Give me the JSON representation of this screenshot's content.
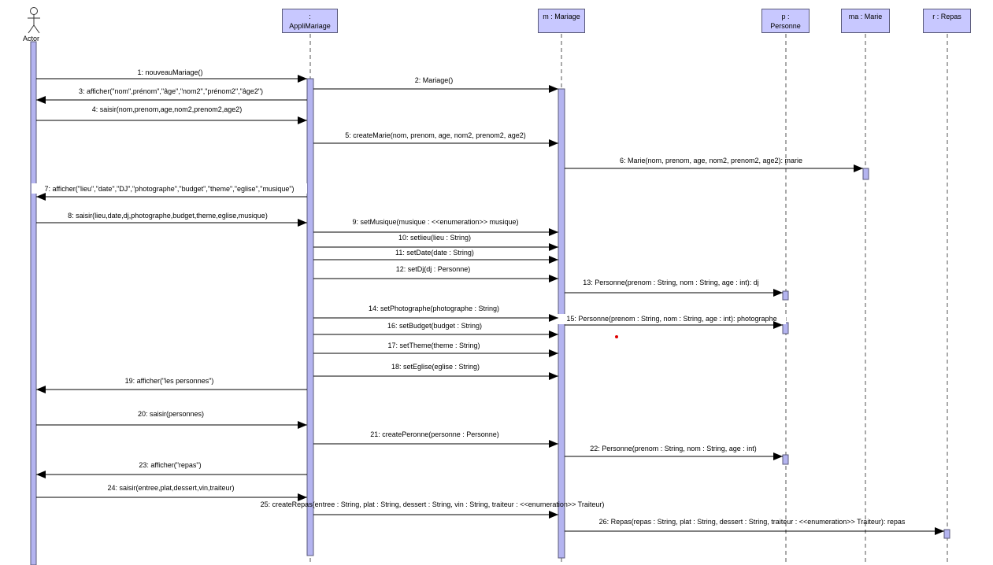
{
  "actor": {
    "name": "Actor"
  },
  "lifelines": {
    "appli": {
      "line1": ":",
      "line2": "AppliMariage"
    },
    "mariage": {
      "line1": "m : Mariage",
      "line2": ""
    },
    "personne": {
      "line1": "p :",
      "line2": "Personne"
    },
    "marie": {
      "line1": "ma : Marie",
      "line2": ""
    },
    "repas": {
      "line1": "r : Repas",
      "line2": ""
    }
  },
  "messages": [
    {
      "id": 1,
      "text": "1: nouveauMariage()",
      "kind": "call"
    },
    {
      "id": 2,
      "text": "2: Mariage()",
      "kind": "call"
    },
    {
      "id": 3,
      "text": "3: afficher(\"nom\",prénom\",\"âge\",\"nom2\",\"prénom2\",\"âge2\")",
      "kind": "call"
    },
    {
      "id": 4,
      "text": "4: saisir(nom,prenom,age,nom2,prenom2,age2)",
      "kind": "call"
    },
    {
      "id": 5,
      "text": "5: createMarie(nom, prenom, age, nom2, prenom2, age2)",
      "kind": "call"
    },
    {
      "id": 6,
      "text": "6: Marie(nom, prenom, age, nom2, prenom2, age2): marie",
      "kind": "call"
    },
    {
      "id": 7,
      "text": "7: afficher(\"lieu\",\"date\",\"DJ\",\"photographe\",\"budget\",\"theme\",\"eglise\",\"musique\")",
      "kind": "call"
    },
    {
      "id": 8,
      "text": "8: saisir(lieu,date,dj,photographe,budget,theme,eglise,musique)",
      "kind": "call"
    },
    {
      "id": 9,
      "text": "9: setMusique(musique : <<enumeration>> musique)",
      "kind": "call"
    },
    {
      "id": 10,
      "text": "10: setlieu(lieu : String)",
      "kind": "call"
    },
    {
      "id": 11,
      "text": "11: setDate(date : String)",
      "kind": "call"
    },
    {
      "id": 12,
      "text": "12: setDj(dj : Personne)",
      "kind": "call"
    },
    {
      "id": 13,
      "text": "13: Personne(prenom : String, nom : String, age : int): dj",
      "kind": "call"
    },
    {
      "id": 14,
      "text": "14: setPhotographe(photographe : String)",
      "kind": "call"
    },
    {
      "id": 15,
      "text": "15: Personne(prenom : String, nom : String, age : int): photographe",
      "kind": "call"
    },
    {
      "id": 16,
      "text": "16: setBudget(budget : String)",
      "kind": "call"
    },
    {
      "id": 17,
      "text": "17: setTheme(theme : String)",
      "kind": "call"
    },
    {
      "id": 18,
      "text": "18: setEglise(eglise : String)",
      "kind": "call"
    },
    {
      "id": 19,
      "text": "19: afficher(\"les personnes\")",
      "kind": "call"
    },
    {
      "id": 20,
      "text": "20: saisir(personnes)",
      "kind": "call"
    },
    {
      "id": 21,
      "text": "21: createPeronne(personne : Personne)",
      "kind": "call"
    },
    {
      "id": 22,
      "text": "22: Personne(prenom : String, nom : String, age : int)",
      "kind": "call"
    },
    {
      "id": 23,
      "text": "23: afficher(\"repas\")",
      "kind": "call"
    },
    {
      "id": 24,
      "text": "24: saisir(entree,plat,dessert,vin,traiteur)",
      "kind": "call"
    },
    {
      "id": 25,
      "text": "25: createRepas(entree : String, plat : String, dessert : String, vin : String, traiteur : <<enumeration>> Traiteur)",
      "kind": "call"
    },
    {
      "id": 26,
      "text": "26: Repas(repas : String, plat : String, dessert : String, traiteur : <<enumeration>> Traiteur): repas",
      "kind": "call"
    }
  ],
  "colors": {
    "lifeline_fill": "#c8c8ff",
    "activation_fill": "#b4b4f0",
    "line": "#000000",
    "marker_dot": "#e00000"
  }
}
